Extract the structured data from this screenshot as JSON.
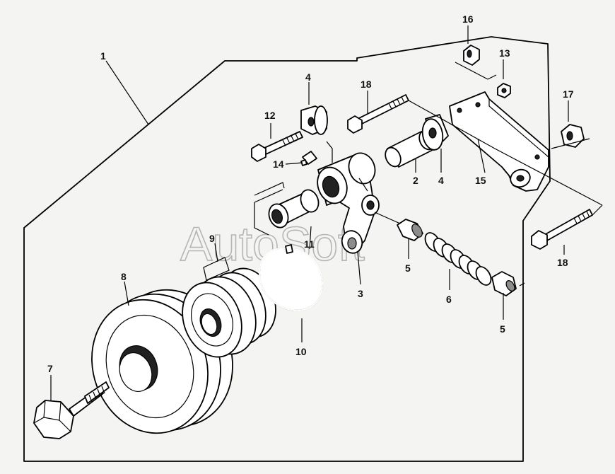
{
  "watermark": "AutoSoft",
  "callouts": [
    {
      "key": "c1",
      "text": "1"
    },
    {
      "key": "c2",
      "text": "2"
    },
    {
      "key": "c3",
      "text": "3"
    },
    {
      "key": "c4a",
      "text": "4"
    },
    {
      "key": "c4b",
      "text": "4"
    },
    {
      "key": "c5a",
      "text": "5"
    },
    {
      "key": "c5b",
      "text": "5"
    },
    {
      "key": "c6",
      "text": "6"
    },
    {
      "key": "c7",
      "text": "7"
    },
    {
      "key": "c8",
      "text": "8"
    },
    {
      "key": "c9",
      "text": "9"
    },
    {
      "key": "c10",
      "text": "10"
    },
    {
      "key": "c11",
      "text": "11"
    },
    {
      "key": "c12",
      "text": "12"
    },
    {
      "key": "c13",
      "text": "13"
    },
    {
      "key": "c14",
      "text": "14"
    },
    {
      "key": "c15",
      "text": "15"
    },
    {
      "key": "c16",
      "text": "16"
    },
    {
      "key": "c17",
      "text": "17"
    },
    {
      "key": "c18a",
      "text": "18"
    },
    {
      "key": "c18b",
      "text": "18"
    }
  ]
}
